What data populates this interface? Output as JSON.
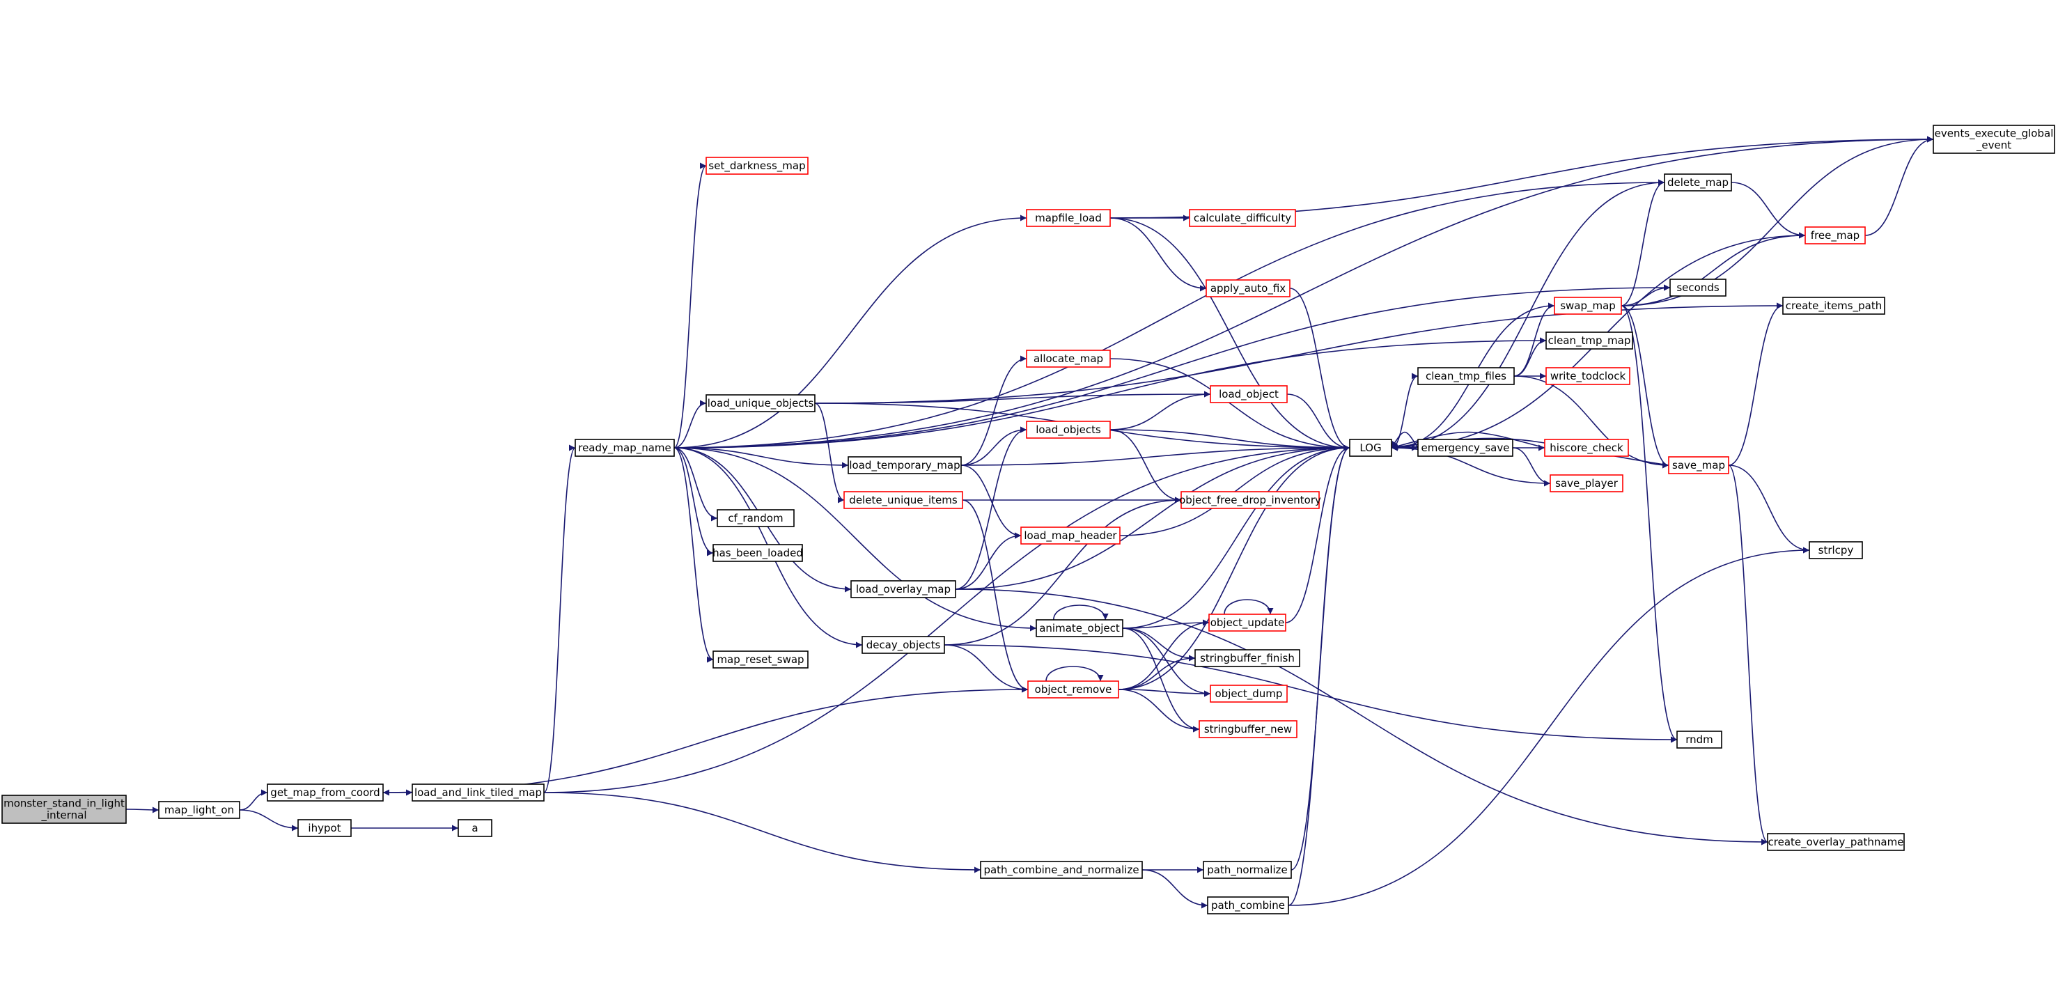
{
  "colors": {
    "edge": "#191970",
    "black_border": "#000000",
    "red_border": "#ff0000",
    "root_fill": "#bfbfbf"
  },
  "nodes": [
    {
      "id": "monster_stand_in_light_internal",
      "lines": [
        "monster_stand_in_light",
        "_internal"
      ],
      "border": "black",
      "root": true
    },
    {
      "id": "map_light_on",
      "lines": [
        "map_light_on"
      ],
      "border": "black"
    },
    {
      "id": "get_map_from_coord",
      "lines": [
        "get_map_from_coord"
      ],
      "border": "black"
    },
    {
      "id": "ihypot",
      "lines": [
        "ihypot"
      ],
      "border": "black"
    },
    {
      "id": "a",
      "lines": [
        "a"
      ],
      "border": "black"
    },
    {
      "id": "load_and_link_tiled_map",
      "lines": [
        "load_and_link_tiled_map"
      ],
      "border": "black"
    },
    {
      "id": "ready_map_name",
      "lines": [
        "ready_map_name"
      ],
      "border": "black"
    },
    {
      "id": "set_darkness_map",
      "lines": [
        "set_darkness_map"
      ],
      "border": "red"
    },
    {
      "id": "cf_random",
      "lines": [
        "cf_random"
      ],
      "border": "black"
    },
    {
      "id": "has_been_loaded",
      "lines": [
        "has_been_loaded"
      ],
      "border": "black"
    },
    {
      "id": "map_reset_swap",
      "lines": [
        "map_reset_swap"
      ],
      "border": "black"
    },
    {
      "id": "load_unique_objects",
      "lines": [
        "load_unique_objects"
      ],
      "border": "black"
    },
    {
      "id": "load_temporary_map",
      "lines": [
        "load_temporary_map"
      ],
      "border": "black"
    },
    {
      "id": "delete_unique_items",
      "lines": [
        "delete_unique_items"
      ],
      "border": "red"
    },
    {
      "id": "load_overlay_map",
      "lines": [
        "load_overlay_map"
      ],
      "border": "black"
    },
    {
      "id": "decay_objects",
      "lines": [
        "decay_objects"
      ],
      "border": "black"
    },
    {
      "id": "mapfile_load",
      "lines": [
        "mapfile_load"
      ],
      "border": "red"
    },
    {
      "id": "calculate_difficulty",
      "lines": [
        "calculate_difficulty"
      ],
      "border": "red"
    },
    {
      "id": "apply_auto_fix",
      "lines": [
        "apply_auto_fix"
      ],
      "border": "red"
    },
    {
      "id": "allocate_map",
      "lines": [
        "allocate_map"
      ],
      "border": "red"
    },
    {
      "id": "load_object",
      "lines": [
        "load_object"
      ],
      "border": "red"
    },
    {
      "id": "load_objects",
      "lines": [
        "load_objects"
      ],
      "border": "red"
    },
    {
      "id": "load_map_header",
      "lines": [
        "load_map_header"
      ],
      "border": "red"
    },
    {
      "id": "object_free_drop_inventory",
      "lines": [
        "object_free_drop_inventory"
      ],
      "border": "red"
    },
    {
      "id": "animate_object",
      "lines": [
        "animate_object"
      ],
      "border": "black"
    },
    {
      "id": "object_update",
      "lines": [
        "object_update"
      ],
      "border": "red"
    },
    {
      "id": "stringbuffer_finish",
      "lines": [
        "stringbuffer_finish"
      ],
      "border": "black"
    },
    {
      "id": "object_dump",
      "lines": [
        "object_dump"
      ],
      "border": "red"
    },
    {
      "id": "object_remove",
      "lines": [
        "object_remove"
      ],
      "border": "red"
    },
    {
      "id": "stringbuffer_new",
      "lines": [
        "stringbuffer_new"
      ],
      "border": "red"
    },
    {
      "id": "path_combine_and_normalize",
      "lines": [
        "path_combine_and_normalize"
      ],
      "border": "black"
    },
    {
      "id": "path_normalize",
      "lines": [
        "path_normalize"
      ],
      "border": "black"
    },
    {
      "id": "path_combine",
      "lines": [
        "path_combine"
      ],
      "border": "black"
    },
    {
      "id": "LOG",
      "lines": [
        "LOG"
      ],
      "border": "black"
    },
    {
      "id": "emergency_save",
      "lines": [
        "emergency_save"
      ],
      "border": "black"
    },
    {
      "id": "hiscore_check",
      "lines": [
        "hiscore_check"
      ],
      "border": "red"
    },
    {
      "id": "save_player",
      "lines": [
        "save_player"
      ],
      "border": "red"
    },
    {
      "id": "clean_tmp_files",
      "lines": [
        "clean_tmp_files"
      ],
      "border": "black"
    },
    {
      "id": "write_todclock",
      "lines": [
        "write_todclock"
      ],
      "border": "red"
    },
    {
      "id": "clean_tmp_map",
      "lines": [
        "clean_tmp_map"
      ],
      "border": "black"
    },
    {
      "id": "swap_map",
      "lines": [
        "swap_map"
      ],
      "border": "red"
    },
    {
      "id": "delete_map",
      "lines": [
        "delete_map"
      ],
      "border": "black"
    },
    {
      "id": "free_map",
      "lines": [
        "free_map"
      ],
      "border": "red"
    },
    {
      "id": "seconds",
      "lines": [
        "seconds"
      ],
      "border": "black"
    },
    {
      "id": "save_map",
      "lines": [
        "save_map"
      ],
      "border": "red"
    },
    {
      "id": "rndm",
      "lines": [
        "rndm"
      ],
      "border": "black"
    },
    {
      "id": "create_items_path",
      "lines": [
        "create_items_path"
      ],
      "border": "black"
    },
    {
      "id": "events_execute_global_event",
      "lines": [
        "events_execute_global",
        "_event"
      ],
      "border": "black"
    },
    {
      "id": "strlcpy",
      "lines": [
        "strlcpy"
      ],
      "border": "black"
    },
    {
      "id": "create_overlay_pathname",
      "lines": [
        "create_overlay_pathname"
      ],
      "border": "black"
    }
  ],
  "edges": [
    [
      "monster_stand_in_light_internal",
      "map_light_on"
    ],
    [
      "map_light_on",
      "get_map_from_coord"
    ],
    [
      "map_light_on",
      "ihypot"
    ],
    [
      "ihypot",
      "a"
    ],
    [
      "get_map_from_coord",
      "load_and_link_tiled_map"
    ],
    [
      "load_and_link_tiled_map",
      "ready_map_name"
    ],
    [
      "load_and_link_tiled_map",
      "LOG"
    ],
    [
      "load_and_link_tiled_map",
      "path_combine_and_normalize"
    ],
    [
      "ready_map_name",
      "set_darkness_map"
    ],
    [
      "ready_map_name",
      "cf_random"
    ],
    [
      "ready_map_name",
      "has_been_loaded"
    ],
    [
      "ready_map_name",
      "map_reset_swap"
    ],
    [
      "ready_map_name",
      "load_unique_objects"
    ],
    [
      "ready_map_name",
      "load_temporary_map"
    ],
    [
      "ready_map_name",
      "load_overlay_map"
    ],
    [
      "ready_map_name",
      "decay_objects"
    ],
    [
      "ready_map_name",
      "mapfile_load"
    ],
    [
      "ready_map_name",
      "animate_object"
    ],
    [
      "ready_map_name",
      "events_execute_global_event"
    ],
    [
      "ready_map_name",
      "delete_map"
    ],
    [
      "ready_map_name",
      "seconds"
    ],
    [
      "ready_map_name",
      "clean_tmp_map"
    ],
    [
      "load_unique_objects",
      "load_object"
    ],
    [
      "load_unique_objects",
      "LOG"
    ],
    [
      "load_unique_objects",
      "delete_unique_items"
    ],
    [
      "load_unique_objects",
      "create_items_path"
    ],
    [
      "load_temporary_map",
      "allocate_map"
    ],
    [
      "load_temporary_map",
      "load_objects"
    ],
    [
      "load_temporary_map",
      "load_map_header"
    ],
    [
      "load_temporary_map",
      "LOG"
    ],
    [
      "delete_unique_items",
      "object_free_drop_inventory"
    ],
    [
      "delete_unique_items",
      "object_remove"
    ],
    [
      "load_overlay_map",
      "load_map_header"
    ],
    [
      "load_overlay_map",
      "load_objects"
    ],
    [
      "load_overlay_map",
      "LOG"
    ],
    [
      "load_overlay_map",
      "create_overlay_pathname"
    ],
    [
      "decay_objects",
      "object_free_drop_inventory"
    ],
    [
      "decay_objects",
      "object_remove"
    ],
    [
      "decay_objects",
      "rndm"
    ],
    [
      "mapfile_load",
      "calculate_difficulty"
    ],
    [
      "mapfile_load",
      "apply_auto_fix"
    ],
    [
      "mapfile_load",
      "LOG"
    ],
    [
      "mapfile_load",
      "events_execute_global_event"
    ],
    [
      "apply_auto_fix",
      "LOG"
    ],
    [
      "allocate_map",
      "LOG"
    ],
    [
      "load_objects",
      "load_object"
    ],
    [
      "load_objects",
      "LOG"
    ],
    [
      "load_objects",
      "object_free_drop_inventory"
    ],
    [
      "load_object",
      "LOG"
    ],
    [
      "load_map_header",
      "LOG"
    ],
    [
      "animate_object",
      "animate_object"
    ],
    [
      "animate_object",
      "object_update"
    ],
    [
      "animate_object",
      "stringbuffer_finish"
    ],
    [
      "animate_object",
      "object_dump"
    ],
    [
      "animate_object",
      "stringbuffer_new"
    ],
    [
      "animate_object",
      "LOG"
    ],
    [
      "object_update",
      "object_update"
    ],
    [
      "object_update",
      "LOG"
    ],
    [
      "object_remove",
      "object_remove"
    ],
    [
      "object_remove",
      "object_update"
    ],
    [
      "object_remove",
      "stringbuffer_finish"
    ],
    [
      "object_remove",
      "object_dump"
    ],
    [
      "object_remove",
      "stringbuffer_new"
    ],
    [
      "object_remove",
      "LOG"
    ],
    [
      "object_remove",
      "get_map_from_coord"
    ],
    [
      "path_combine_and_normalize",
      "path_normalize"
    ],
    [
      "path_combine_and_normalize",
      "path_combine"
    ],
    [
      "path_normalize",
      "LOG"
    ],
    [
      "path_combine",
      "LOG"
    ],
    [
      "path_combine",
      "strlcpy"
    ],
    [
      "LOG",
      "emergency_save"
    ],
    [
      "LOG",
      "clean_tmp_files"
    ],
    [
      "emergency_save",
      "LOG"
    ],
    [
      "emergency_save",
      "hiscore_check"
    ],
    [
      "emergency_save",
      "save_player"
    ],
    [
      "hiscore_check",
      "LOG"
    ],
    [
      "save_player",
      "LOG"
    ],
    [
      "clean_tmp_files",
      "clean_tmp_map"
    ],
    [
      "clean_tmp_files",
      "swap_map"
    ],
    [
      "clean_tmp_files",
      "write_todclock"
    ],
    [
      "clean_tmp_files",
      "save_map"
    ],
    [
      "swap_map",
      "LOG"
    ],
    [
      "swap_map",
      "delete_map"
    ],
    [
      "swap_map",
      "free_map"
    ],
    [
      "swap_map",
      "seconds"
    ],
    [
      "swap_map",
      "save_map"
    ],
    [
      "swap_map",
      "rndm"
    ],
    [
      "swap_map",
      "events_execute_global_event"
    ],
    [
      "delete_map",
      "LOG"
    ],
    [
      "delete_map",
      "free_map"
    ],
    [
      "free_map",
      "LOG"
    ],
    [
      "free_map",
      "events_execute_global_event"
    ],
    [
      "save_map",
      "LOG"
    ],
    [
      "save_map",
      "create_items_path"
    ],
    [
      "save_map",
      "strlcpy"
    ],
    [
      "save_map",
      "create_overlay_pathname"
    ]
  ]
}
